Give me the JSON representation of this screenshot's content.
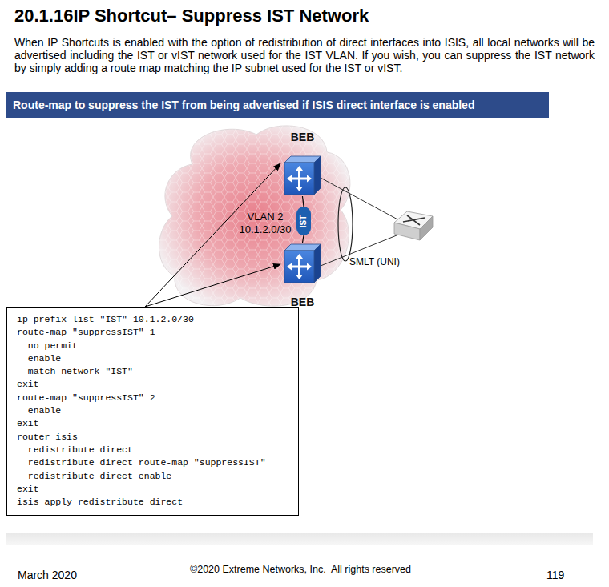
{
  "diagram": {
    "title": "20.1.16IP Shortcut– Suppress IST Network",
    "nodes": [
      {
        "text": [
          "Route-map to suppress the IST from being advertised if ISIS direct interface is enabled"
        ]
      },
      {
        "text": [
          "BEB"
        ]
      },
      {
        "text": [
          "IST"
        ]
      },
      {
        "text": [
          "BEB"
        ]
      },
      {
        "text": [
          "ip prefix-list \"IST\" 10.1.2.0/30",
          "route-map \"suppressIST\" 1",
          "  no permit",
          "  enable",
          "  match network \"IST\"",
          "exit",
          "route-map \"suppressIST\" 2",
          "  enable",
          "exit",
          "router isis",
          "  redistribute direct",
          "  redistribute direct route-map \"suppressIST\"",
          "  redistribute direct enable",
          "exit",
          "isis apply redistribute direct"
        ]
      }
    ],
    "edges": [
      {
        "from": 4,
        "to": 1,
        "arrow": "to"
      },
      {
        "from": 4,
        "to": 3,
        "arrow": "to"
      },
      {
        "from": 1,
        "to": 2,
        "arrow": "none"
      },
      {
        "from": 2,
        "to": 3,
        "arrow": "none"
      }
    ],
    "labels": [
      "When IP Shortcuts is enabled with the option of redistribution of direct interfaces into ISIS, all local networks will be advertised including the IST or vIST network used for the IST VLAN. If you wish, you can suppress the IST network by simply adding a route map matching the IP subnet used for the IST or vIST.",
      "VLAN 2",
      "10.1.2.0/30",
      "SMLT (UNI)",
      "March 2020",
      "©2020 Extreme Networks, Inc.  All rights reserved",
      "119"
    ]
  }
}
